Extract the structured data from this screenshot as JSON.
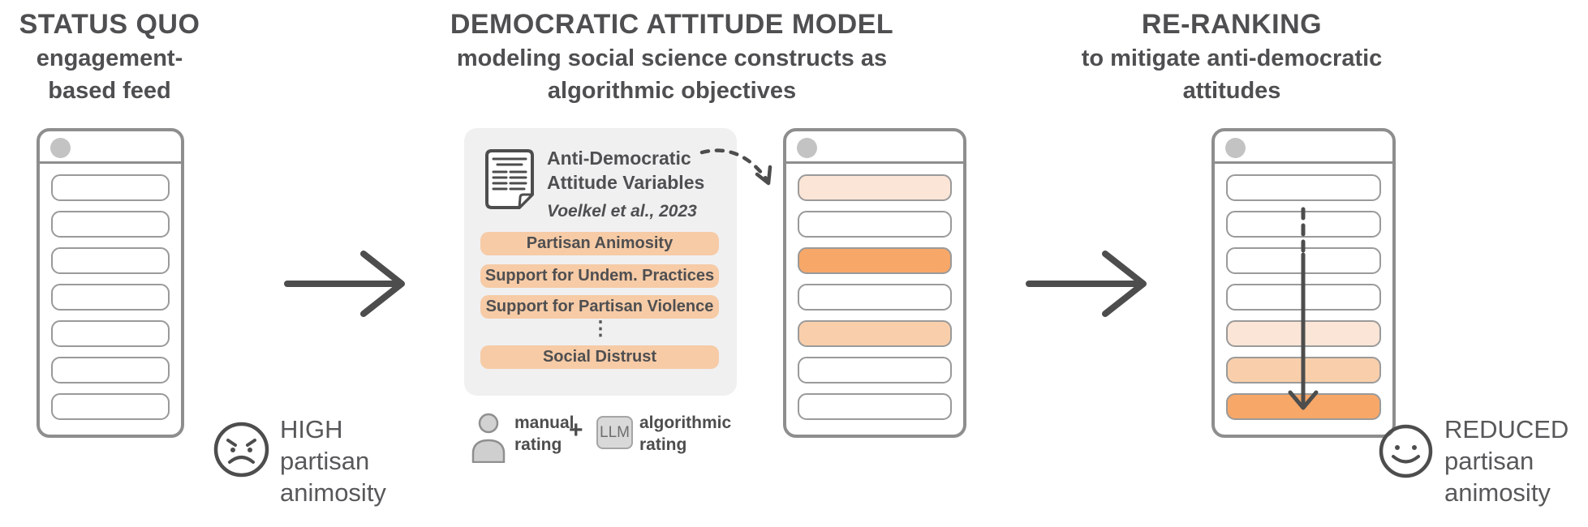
{
  "palette": {
    "ink": "#4f4f51",
    "arrow": "#4d4d4d",
    "line_gray": "#8e8e8e",
    "row_border": "#9a9a9a",
    "dot_gray": "#c3c3c3",
    "panel_bg": "#f0f0f1",
    "pill_bg": "#f6cba6",
    "peach_light": "#fbe5d6",
    "peach_medium": "#f9cfab",
    "orange_strong": "#f7a768",
    "llm_chip_bg": "#d9d9d9"
  },
  "status_quo": {
    "title": "STATUS QUO",
    "subtitle_line1": "engagement-",
    "subtitle_line2": "based feed",
    "feed_rows": [
      "none",
      "none",
      "none",
      "none",
      "none",
      "none",
      "none"
    ],
    "mood": {
      "line1": "HIGH",
      "line2": "partisan",
      "line3": "animosity"
    }
  },
  "model": {
    "title": "DEMOCRATIC ATTITUDE MODEL",
    "subtitle_line1": "modeling social science constructs as",
    "subtitle_line2": "algorithmic objectives",
    "panel": {
      "doc_title_line1": "Anti-Democratic",
      "doc_title_line2": "Attitude Variables",
      "citation": "Voelkel et al., 2023",
      "variables": [
        "Partisan Animosity",
        "Support for Undem. Practices",
        "Support for Partisan Violence"
      ],
      "ellipsis": "⋮",
      "last_variable": "Social Distrust"
    },
    "rating": {
      "manual_line1": "manual",
      "manual_line2": "rating",
      "plus": "+",
      "llm": "LLM",
      "algorithmic_line1": "algorithmic",
      "algorithmic_line2": "rating"
    },
    "feed_rows": [
      "light",
      "none",
      "strong",
      "none",
      "medium",
      "none",
      "none"
    ]
  },
  "reranking": {
    "title": "RE-RANKING",
    "subtitle_line1": "to mitigate anti-democratic",
    "subtitle_line2": "attitudes",
    "feed_rows": [
      "none",
      "none",
      "none",
      "none",
      "light",
      "medium",
      "strong"
    ],
    "mood": {
      "line1": "REDUCED",
      "line2": "partisan",
      "line3": "animosity"
    }
  }
}
